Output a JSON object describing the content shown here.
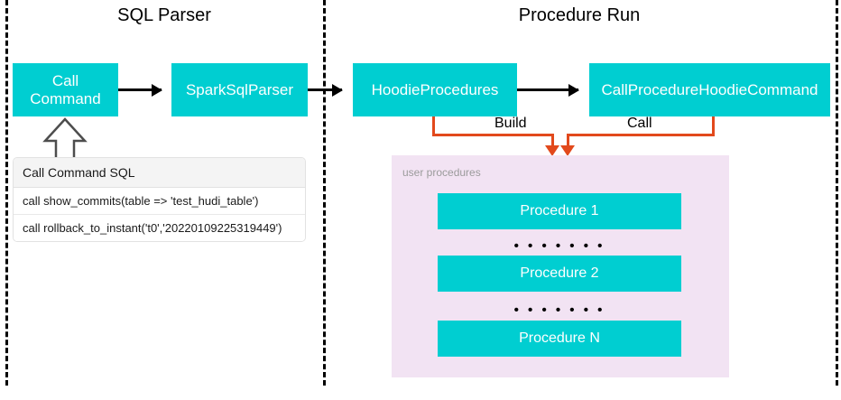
{
  "sections": [
    {
      "id": "sql-parser",
      "title": "SQL Parser"
    },
    {
      "id": "procedure-run",
      "title": "Procedure Run"
    }
  ],
  "nodes": {
    "call_command": "Call\nCommand",
    "call_command_line1": "Call",
    "call_command_line2": "Command",
    "spark_sql_parser": "SparkSqlParser",
    "hoodie_procedures": "HoodieProcedures",
    "call_procedure_hoodie_command": "CallProcedureHoodieCommand"
  },
  "edges": {
    "build_label": "Build",
    "call_label": "Call"
  },
  "sql_list": {
    "header": "Call Command SQL",
    "rows": [
      "call show_commits(table => 'test_hudi_table')",
      "call rollback_to_instant('t0','20220109225319449')"
    ]
  },
  "procedures_panel": {
    "label": "user procedures",
    "items": [
      {
        "label": "Procedure 1"
      },
      {
        "label": "Procedure 2"
      },
      {
        "label": "Procedure N"
      }
    ],
    "separators": [
      "• • • • • • •",
      "• • • • • • •"
    ]
  },
  "colors": {
    "teal": "#00CED1",
    "orange": "#E2491C",
    "panel_lavender": "#F2E3F3",
    "panel_label_gray": "#9b9b9b",
    "divider_black": "#000000",
    "list_header_gray": "#f4f4f4"
  }
}
